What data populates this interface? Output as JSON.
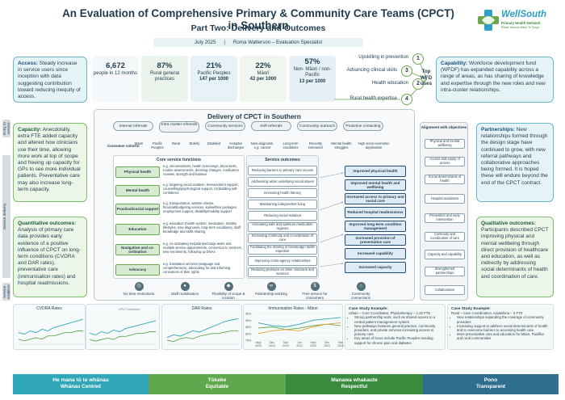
{
  "header": {
    "title": "An Evaluation of Comprehensive Primary & Community Care Teams (CPCT) in Southern",
    "subtitle": "Part Two: Delivery and Outcomes",
    "date": "July 2025",
    "author": "Roma Watterson – Evaluation Specialist",
    "logo_name": "WellSouth",
    "logo_sub": "Primary Health Network",
    "logo_sub2": "Pūtahi Hauora Māori Te Tonga"
  },
  "left": {
    "access": {
      "title": "Access:",
      "text": "Steady increase in service users since inception with data suggesting contribution toward reducing inequity of access."
    },
    "capacity": {
      "title": "Capacity:",
      "text": "Anecdotally, extra FTE added capacity and altered how clinicians use their time, allowing more work at top of scope and freeing up capacity for GPs to see more individual patients. Preventative care may also increase long-term capacity."
    },
    "quantitative": {
      "title": "Quantitative outcomes:",
      "text": "Analysis of primary care data provides early evidence of a positive influence of CPCT on long-term conditions (CVDRA and DAR rates), preventative care (immunisation rates) and hospital readmissions."
    }
  },
  "right": {
    "capability": {
      "title": "Capability:",
      "text": "Workforce development fund (WFDF) has expanded capability across a range of areas, as has sharing of knowledge and expertise through the new roles and new intra-cluster relationships."
    },
    "partnerships": {
      "title": "Partnerships:",
      "text": "New relationships formed through the design stage have continued to grow, with new referral pathways and collaborative approaches being formed. It is hoped these will endure beyond the end of the CPCT contract."
    },
    "qualitative": {
      "title": "Qualitative outcomes:",
      "text": "Participants described CPCT improving physical and mental wellbeing through direct provision of healthcare and education, as well as indirectly by addressing social determinants of health and coordination of care."
    }
  },
  "stats": [
    {
      "num": "6,672",
      "label": "people in 12 months"
    },
    {
      "num": "87%",
      "label": "Rural general practices"
    },
    {
      "num": "21%",
      "label": "Pacific Peoples",
      "sub": "147 per 1000"
    },
    {
      "num": "22%",
      "label": "Māori",
      "sub": "42 per 1000"
    },
    {
      "num": "57%",
      "label": "Non- Māori / non-Pacific",
      "sub": "13 per 1000"
    }
  ],
  "wfd": {
    "items": [
      {
        "n": "1",
        "label": "Upskilling in prevention"
      },
      {
        "n": "3",
        "label": "Advancing clinical skills"
      },
      {
        "n": "2",
        "label": "Health education"
      },
      {
        "n": "4",
        "label": "Rural health expertise"
      }
    ],
    "top_label": "Top WFD uses"
  },
  "center": {
    "title": "Delivery of CPCT in Southern",
    "row_entry": "Entry to service",
    "row_delivery": "Service delivery",
    "row_enablers": "Service enablers",
    "entry": [
      "Internal referrals",
      "Intra-cluster referrals",
      "Community services",
      "Self-referrals",
      "Community outreach",
      "Proactive contacting"
    ],
    "cohort_label": "Consumer cohorts:",
    "cohorts": [
      "Māori",
      "Pacific Peoples",
      "Rural",
      "Elderly",
      "Disabled",
      "Hospital discharges",
      "New diagnosis, e.g. cancer",
      "Long-term conditions",
      "Recently bereaved",
      "Mental health struggles",
      "High socio-economic deprivation"
    ],
    "functions_head": "Core service functions",
    "functions": [
      {
        "name": "Physical health",
        "desc": "e.g. immunisations, health screenings, blood tests, routine assessments, dressing changes, medication reviews, strength and balance"
      },
      {
        "name": "Mental health",
        "desc": "e.g. targeting social isolation, bereavement support, counselling/psychological support, (re)building self-confidence"
      },
      {
        "name": "Practical/social support",
        "desc": "e.g. transportation, welfare checks, financial/budgeting services, kai/welfare packages, employment support, disability/mobility support"
      },
      {
        "name": "Education",
        "desc": "e.g. education (health system, medication, healthy lifestyles, new diagnoses, long-term conditions), staff knowledge and skills sharing"
      },
      {
        "name": "Navigation and co-ordination",
        "desc": "e.g. co-ordinating hospital discharge tasks and multiple service appointments, connection to services, new enrolments, following up DNAs"
      },
      {
        "name": "Advocacy",
        "desc": "e.g. translation services (language and comprehension), advocating for and informing consumers of their rights"
      }
    ],
    "outcomes_head": "Service outcomes",
    "services": [
      "Reducing barriers to primary care access",
      "Addressing wider underlying social issues",
      "Increasing health literacy",
      "Maintaining independent living",
      "Reducing social isolation",
      "Increasing safe and optimum medication regimes",
      "Increasing continuity and co-ordination of care",
      "Facilitating the sharing of knowledge/ skills/ expertise",
      "Improving cross-agency relationships",
      "Reducing pressure on other clinicians and services"
    ],
    "outcomes": [
      "Improved physical health",
      "Improved mental health and wellbeing",
      "Increased access to primary and social care",
      "Reduced hospital readmissions",
      "Improved long-term condition management",
      "Increased provision of preventative care",
      "Increased capability",
      "Increased capacity"
    ],
    "enablers": [
      "No time restrictions",
      "Staff mobilisation",
      "Flexibility of scope & location",
      "Partnership working",
      "Free service for consumers",
      "Community connections"
    ]
  },
  "alignment": {
    "title": "Alignment with objectives",
    "items": [
      "Physical and mental wellbeing",
      "Access and equity of access",
      "Social determinants of health",
      "Hospital avoidance",
      "Prevention and early intervention",
      "Continuity and coordination of care",
      "Capacity and capability",
      "Strengthened partnerships",
      "Collaboration"
    ]
  },
  "charts": {
    "cvdra_title": "CVDRA Rates",
    "dar_title": "DAR Rates",
    "imm_title": "Immunisation Rates - Māori",
    "cvdra_annotation": "CPCT inception",
    "imm_xlabels": [
      "Sept 2023",
      "Dec 2023",
      "Mar 2024",
      "Jun 2024",
      "Sept 2024",
      "Dec 2024",
      "Mar 2025"
    ],
    "imm_yticks": [
      "95%",
      "90%",
      "85%",
      "80%",
      "75%"
    ]
  },
  "chart_data": [
    {
      "type": "line",
      "title": "CVDRA Rates",
      "series": [
        {
          "values": [
            62,
            61,
            63,
            62,
            64,
            63,
            65,
            66,
            67,
            68,
            69,
            70
          ]
        },
        {
          "values": [
            58,
            57,
            58,
            59,
            58,
            60,
            60,
            61,
            62,
            62,
            63,
            63
          ]
        }
      ]
    },
    {
      "type": "line",
      "title": "DAR Rates",
      "series": [
        {
          "values": [
            50,
            52,
            51,
            53,
            55,
            54,
            56,
            58,
            60,
            62,
            63,
            64
          ]
        },
        {
          "values": [
            48,
            47,
            49,
            50,
            49,
            51,
            52,
            53,
            53,
            54,
            55,
            55
          ]
        }
      ]
    },
    {
      "type": "line",
      "title": "Immunisation Rates - Māori",
      "categories": [
        "Sept 2023",
        "Dec 2023",
        "Mar 2024",
        "Jun 2024",
        "Sept 2024",
        "Dec 2024",
        "Mar 2025"
      ],
      "series": [
        {
          "values": [
            88,
            86,
            85,
            87,
            90,
            91,
            92
          ]
        },
        {
          "values": [
            84,
            85,
            83,
            84,
            86,
            87,
            86
          ]
        },
        {
          "values": [
            80,
            82,
            83,
            82,
            85,
            87,
            88
          ]
        }
      ],
      "ylim": [
        75,
        95
      ]
    }
  ],
  "cases": {
    "urban": {
      "head": "Case Study Example:",
      "sub": "Urban – Core Coordinator, Physiotherapy – 1.32 FTE",
      "bullets": [
        "Strong partnership work, such as shared access to a central patient management system",
        "New pathways between general practice, community providers, and private services increasing access to primary care",
        "Key areas of focus include Pacific Peoples needing support for chronic pain and diabetes"
      ]
    },
    "rural": {
      "head": "Case Study Example:",
      "sub": "Rural – Care Coordination, Kaiāwhina – 3 FTE",
      "bullets": [
        "New relationships expanding the coverage of community providers",
        "Increasing support to address social determinants of health and to overcome barriers to accessing health care",
        "More preventative care and education for Māori, Pasifika and rural communities"
      ]
    }
  },
  "footer": [
    {
      "maori": "He mana tō te whānau",
      "en": "Whānau Centred"
    },
    {
      "maori": "Tōkeke",
      "en": "Equitable"
    },
    {
      "maori": "Manawa whakaute",
      "en": "Respectful"
    },
    {
      "maori": "Pono",
      "en": "Transparent"
    }
  ],
  "colors": {
    "teal": "#2fa7b8",
    "green": "#5fa84e",
    "dark_green": "#3a8c3f",
    "navy": "#2e6e8e",
    "outcome": "#1f4e79"
  }
}
